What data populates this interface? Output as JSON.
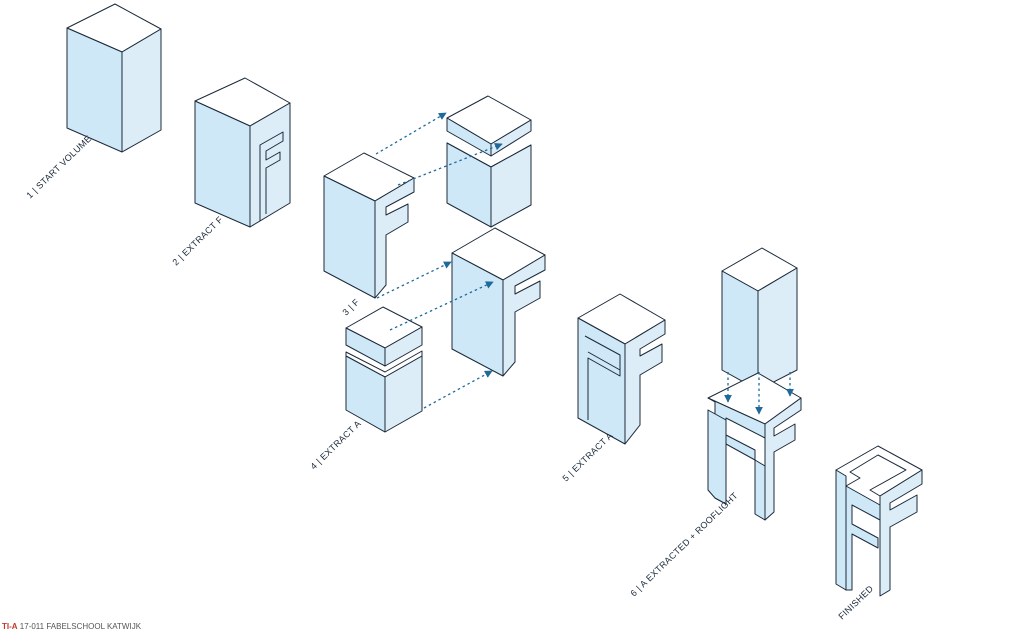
{
  "steps": [
    {
      "label": "1 | START VOLUME"
    },
    {
      "label": "2 | EXTRACT F"
    },
    {
      "label": "3 | F"
    },
    {
      "label": "4 | EXTRACT A"
    },
    {
      "label": "5 | EXTRACT A"
    },
    {
      "label": "6 | A EXTRACTED + ROOFLIGHT"
    },
    {
      "label": "FINISHED"
    }
  ],
  "footer": {
    "brand": "TI-A",
    "project": "17-011 FABELSCHOOL KATWIJK"
  },
  "colors": {
    "face_left": "#cfe8f7",
    "face_right": "#dcedf8",
    "face_top": "#ffffff",
    "edge": "#1b2a3a",
    "arrow": "#1f6a9a"
  }
}
